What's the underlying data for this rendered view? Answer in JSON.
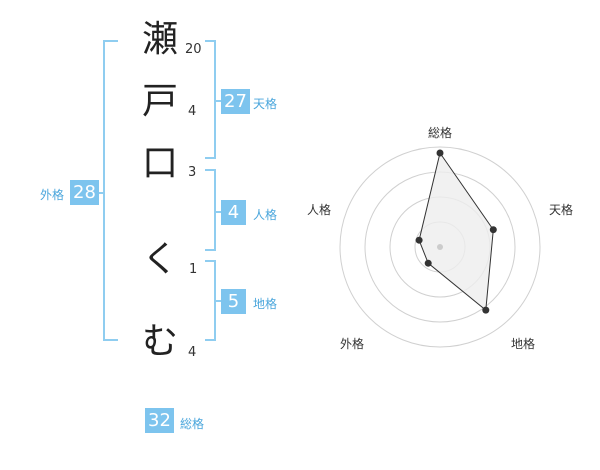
{
  "name": {
    "characters": [
      {
        "char": "瀬",
        "strokes": "20"
      },
      {
        "char": "戸",
        "strokes": "4"
      },
      {
        "char": "口",
        "strokes": "3"
      },
      {
        "char": "く",
        "strokes": "1"
      },
      {
        "char": "む",
        "strokes": "4"
      }
    ]
  },
  "fortune": {
    "tenkaku": {
      "value": "27",
      "label": "天格"
    },
    "jinkaku": {
      "value": "4",
      "label": "人格"
    },
    "chikaku": {
      "value": "5",
      "label": "地格"
    },
    "gaikaku": {
      "value": "28",
      "label": "外格"
    },
    "soukaku": {
      "value": "32",
      "label": "総格"
    }
  },
  "colors": {
    "accent": "#7dc4ee",
    "bracket": "#8fcdf0",
    "label": "#4aa6dc",
    "radar_fill": "#eeeeee",
    "radar_line": "#333333"
  },
  "chart_data": {
    "type": "radar",
    "axes": [
      "総格",
      "天格",
      "地格",
      "外格",
      "人格"
    ],
    "values": [
      0.94,
      0.56,
      0.78,
      0.2,
      0.22
    ],
    "rmax": 1,
    "rings": 4
  }
}
